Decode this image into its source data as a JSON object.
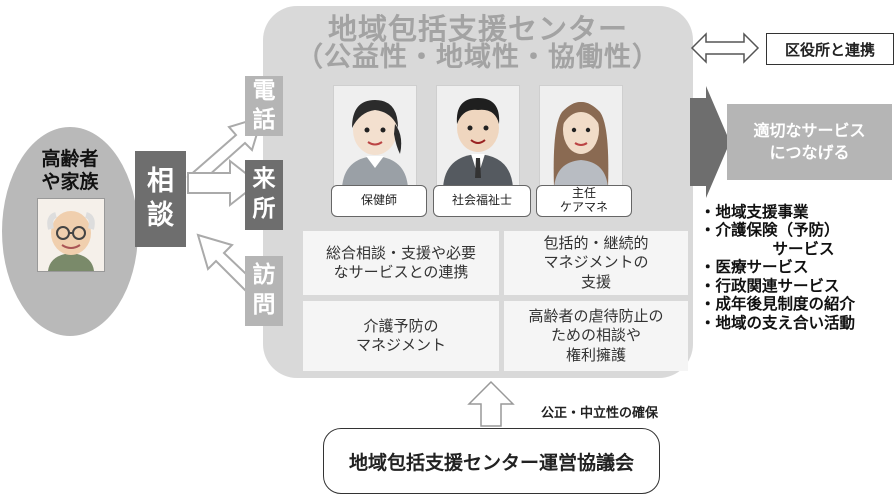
{
  "center": {
    "title_line1": "地域包括支援センター",
    "title_line2": "（公益性・地域性・協働性）"
  },
  "staff": [
    {
      "role": "保健師",
      "icon": "female-staff-portrait-icon"
    },
    {
      "role": "社会福祉士",
      "icon": "male-staff-portrait-icon"
    },
    {
      "role_line1": "主任",
      "role_line2": "ケアマネ",
      "icon": "female-staff-portrait-icon"
    }
  ],
  "functions": [
    {
      "line1": "総合相談・支援や必要",
      "line2": "なサービスとの連携"
    },
    {
      "line1": "包括的・継続的",
      "line2": "マネジメントの",
      "line3": "支援"
    },
    {
      "line1": "介護予防の",
      "line2": "マネジメント"
    },
    {
      "line1": "高齢者の虐待防止の",
      "line2": "ための相談や",
      "line3": "権利擁護"
    }
  ],
  "elderly": {
    "label_line1": "高齢者",
    "label_line2": "や家族",
    "icon": "elderly-person-icon"
  },
  "consult": {
    "char1": "相",
    "char2": "談"
  },
  "channels": {
    "phone": {
      "char1": "電",
      "char2": "話"
    },
    "visit_in": {
      "char1": "来",
      "char2": "所"
    },
    "visit_out": {
      "char1": "訪",
      "char2": "問"
    }
  },
  "ward_office": "区役所と連携",
  "services": {
    "label_line1": "適切なサービス",
    "label_line2": "につなげる",
    "items": [
      "・地域支援事業",
      "・介護保険（予防）",
      "　　　サービス",
      "・医療サービス",
      "・行政関連サービス",
      "・成年後見制度の紹介",
      "・地域の支え合い活動"
    ]
  },
  "fairness_label": "公正・中立性の確保",
  "council_label": "地域包括支援センター運営協議会",
  "colors": {
    "center_bg": "#d9d9d9",
    "title_text": "#a3a3a3",
    "dark_box": "#6e6e6e",
    "light_box": "#b5b5b5",
    "services_arrow": "#6e6e6e",
    "services_box": "#b5b5b5",
    "elderly_oval": "#b9b9b9"
  }
}
